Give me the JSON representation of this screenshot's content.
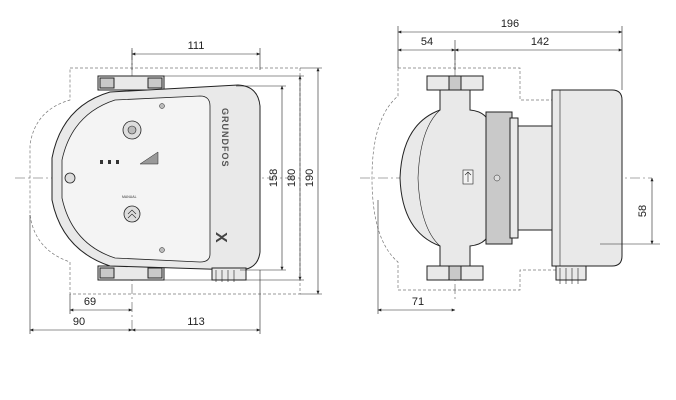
{
  "front_view": {
    "dimensions": {
      "top_width": "111",
      "height_inner": "158",
      "height_mid": "180",
      "height_outer": "190",
      "left_inner": "69",
      "left_outer": "90",
      "right_width": "113"
    },
    "brand_text": "GRUNDFOS",
    "brand_mark": "X",
    "manual_label": "MANUAL"
  },
  "side_view": {
    "dimensions": {
      "overall_width": "196",
      "left_part": "54",
      "right_part": "142",
      "center_height": "58",
      "bottom_width": "71"
    }
  }
}
